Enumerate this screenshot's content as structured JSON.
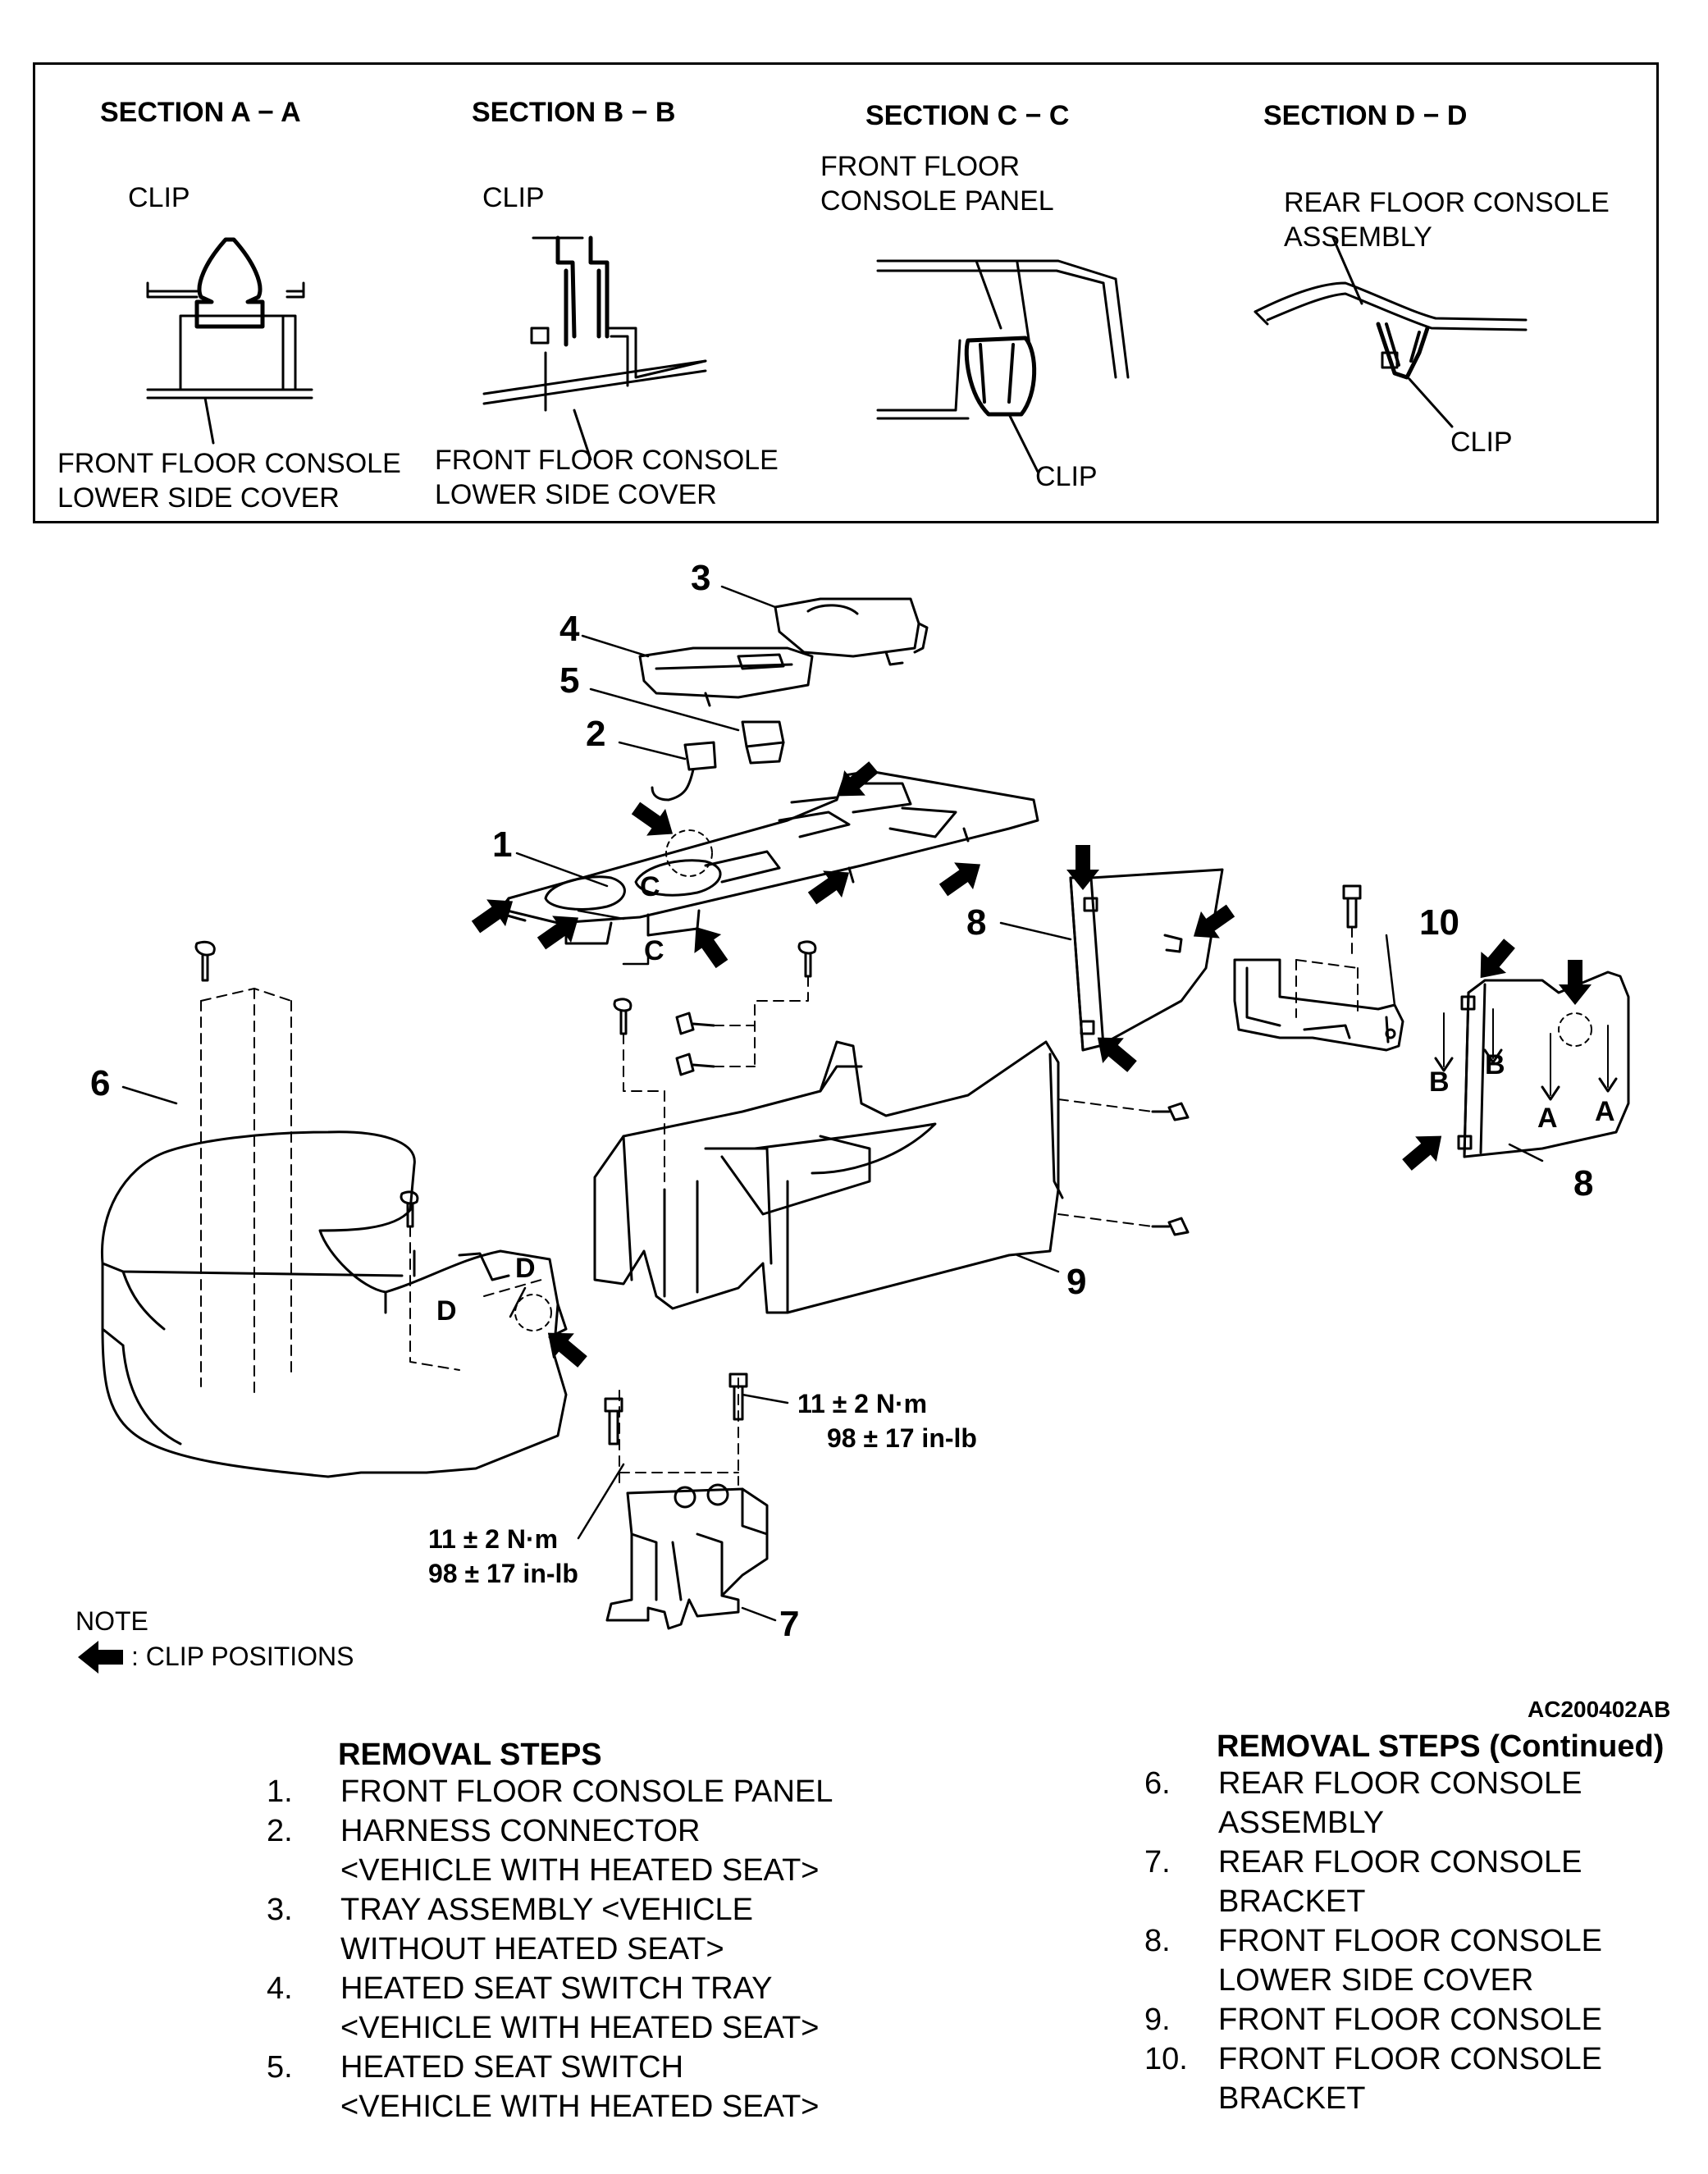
{
  "sections": [
    {
      "title": "SECTION A − A",
      "clip_label": "CLIP",
      "part_label_1": "FRONT FLOOR CONSOLE",
      "part_label_2": "LOWER SIDE COVER"
    },
    {
      "title": "SECTION B − B",
      "clip_label": "CLIP",
      "part_label_1": "FRONT FLOOR CONSOLE",
      "part_label_2": "LOWER SIDE COVER"
    },
    {
      "title": "SECTION C − C",
      "clip_label": "CLIP",
      "part_label_1": "FRONT FLOOR",
      "part_label_2": "CONSOLE PANEL"
    },
    {
      "title": "SECTION D − D",
      "clip_label": "CLIP",
      "part_label_1": "REAR FLOOR CONSOLE",
      "part_label_2": "ASSEMBLY"
    }
  ],
  "callouts": [
    "1",
    "2",
    "3",
    "4",
    "5",
    "6",
    "7",
    "8",
    "9",
    "10"
  ],
  "section_markers": {
    "a": "A",
    "b": "B",
    "c": "C",
    "d": "D"
  },
  "torque": {
    "line1": "11 ± 2 N·m",
    "line2": "98 ± 17 in-lb"
  },
  "note": {
    "title": "NOTE",
    "text": ": CLIP POSITIONS"
  },
  "figure_code": "AC200402AB",
  "removal_steps": {
    "title": "REMOVAL STEPS",
    "title_continued": "REMOVAL STEPS (Continued)",
    "items": [
      {
        "n": "1.",
        "lines": [
          "FRONT FLOOR CONSOLE PANEL"
        ]
      },
      {
        "n": "2.",
        "lines": [
          "HARNESS CONNECTOR",
          "<VEHICLE WITH HEATED SEAT>"
        ]
      },
      {
        "n": "3.",
        "lines": [
          "TRAY ASSEMBLY <VEHICLE",
          "WITHOUT HEATED SEAT>"
        ]
      },
      {
        "n": "4.",
        "lines": [
          "HEATED SEAT SWITCH TRAY",
          "<VEHICLE WITH HEATED SEAT>"
        ]
      },
      {
        "n": "5.",
        "lines": [
          "HEATED SEAT SWITCH",
          "<VEHICLE WITH HEATED SEAT>"
        ]
      },
      {
        "n": "6.",
        "lines": [
          "REAR FLOOR CONSOLE",
          "ASSEMBLY"
        ]
      },
      {
        "n": "7.",
        "lines": [
          "REAR FLOOR CONSOLE",
          "BRACKET"
        ]
      },
      {
        "n": "8.",
        "lines": [
          "FRONT FLOOR CONSOLE",
          "LOWER SIDE COVER"
        ]
      },
      {
        "n": "9.",
        "lines": [
          "FRONT FLOOR CONSOLE"
        ]
      },
      {
        "n": "10.",
        "lines": [
          "FRONT FLOOR CONSOLE",
          "BRACKET"
        ]
      }
    ]
  }
}
